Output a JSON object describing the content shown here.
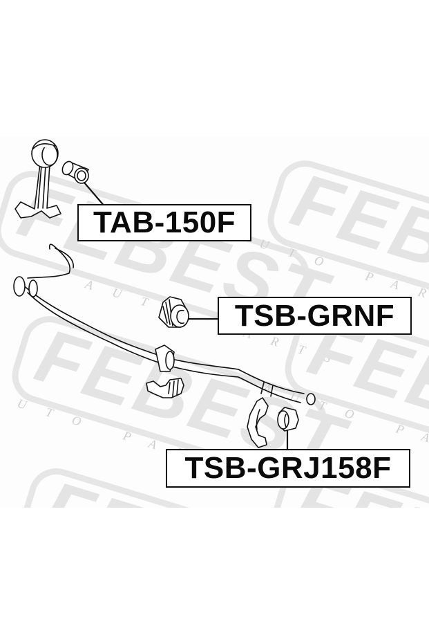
{
  "diagram": {
    "watermark": {
      "brand": "FEBEST",
      "tagline": "AUTO PARTS",
      "color": "#e4e4e4"
    },
    "parts": [
      {
        "id": "stabilizer-link",
        "description": "Stabilizer link with bushing eye"
      },
      {
        "id": "link-bushing",
        "description": "Stabilizer link bushing"
      },
      {
        "id": "stabilizer-bar",
        "description": "Front stabilizer bar"
      },
      {
        "id": "bar-bushing",
        "description": "Stabilizer bar bushing"
      },
      {
        "id": "bracket-left",
        "description": "Stabilizer bracket"
      },
      {
        "id": "bracket-right",
        "description": "Stabilizer bracket"
      },
      {
        "id": "bushing-right",
        "description": "Stabilizer bar bushing"
      }
    ],
    "labels": [
      {
        "part_number": "TAB-150F",
        "points_to": "link-bushing"
      },
      {
        "part_number": "TSB-GRNF",
        "points_to": "bar-bushing"
      },
      {
        "part_number": "TSB-GRJ158F",
        "points_to": "bushing-right"
      }
    ]
  }
}
